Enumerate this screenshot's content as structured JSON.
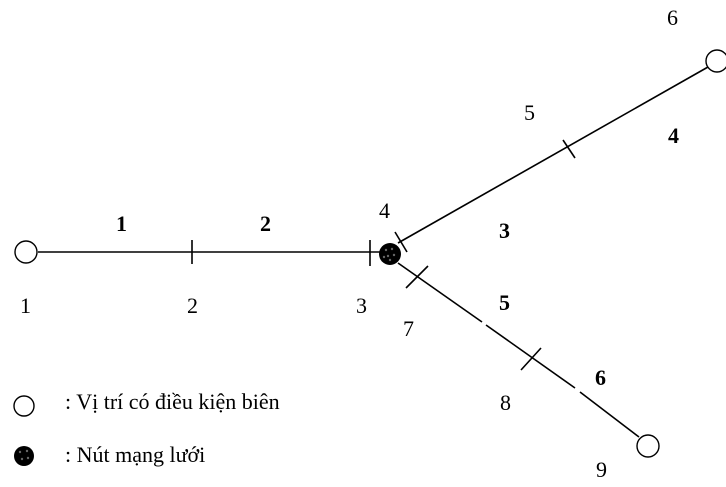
{
  "node_labels": {
    "n1": "1",
    "n2": "2",
    "n3": "3",
    "n4": "4",
    "n5": "5",
    "n6": "6",
    "n7": "7",
    "n8": "8",
    "n9": "9"
  },
  "segment_labels": {
    "s1": "1",
    "s2": "2",
    "s3": "3",
    "s4": "4",
    "s5": "5",
    "s6": "6"
  },
  "legend": {
    "boundary_text": ": Vị trí có điều kiện biên",
    "junction_text": ": Nút mạng lưới"
  }
}
